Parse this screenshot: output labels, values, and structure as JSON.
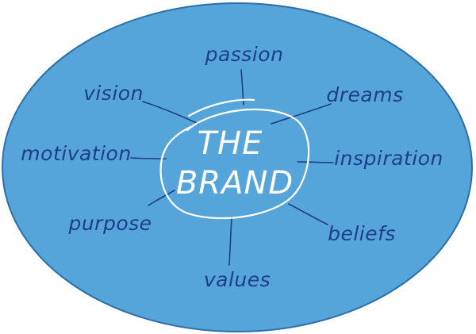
{
  "colors": {
    "ellipse_fill": "#55a5da",
    "ellipse_stroke": "#2d6fa8",
    "word_color": "#1e3d8a",
    "connector_color": "#1e3d8a",
    "center_text_color": "#ffffff"
  },
  "center": {
    "line1": "THE",
    "line2": "BRAND"
  },
  "words": {
    "passion": "passion",
    "vision": "vision",
    "dreams": "dreams",
    "motivation": "motivation",
    "inspiration": "inspiration",
    "purpose": "purpose",
    "beliefs": "beliefs",
    "values": "values"
  }
}
